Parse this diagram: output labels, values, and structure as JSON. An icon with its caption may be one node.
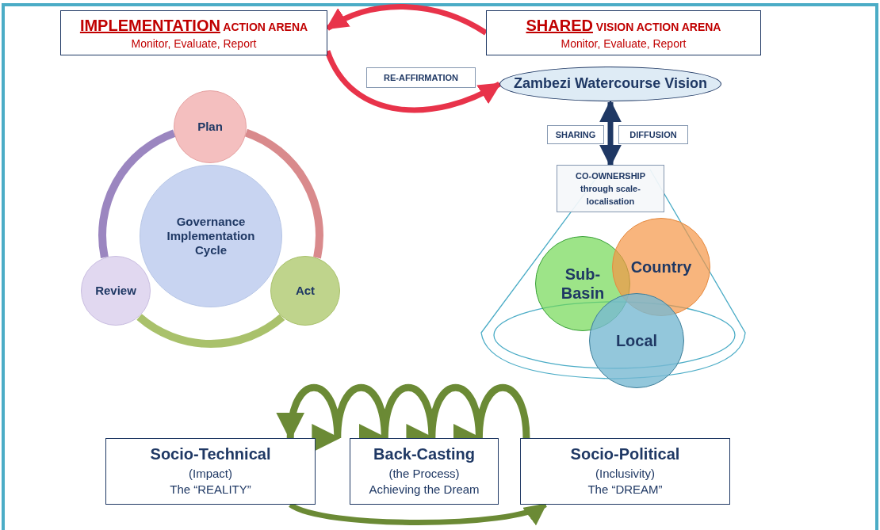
{
  "diagram": {
    "nodes": [
      {
        "text": [
          "IMPLEMENTATION ACTION ARENA",
          "Monitor, Evaluate, Report"
        ]
      },
      {
        "text": [
          "SHARED VISION ACTION ARENA",
          "Monitor, Evaluate, Report"
        ]
      },
      {
        "text": [
          "RE-AFFIRMATION"
        ]
      },
      {
        "text": [
          "Zambezi Watercourse Vision"
        ]
      },
      {
        "text": [
          "Plan"
        ]
      },
      {
        "text": [
          "SHARING"
        ]
      },
      {
        "text": [
          "DIFFUSION"
        ]
      },
      {
        "text": [
          "CO-OWNERSHIP through scale-localisation"
        ]
      },
      {
        "text": [
          "Governance Implementation Cycle"
        ]
      },
      {
        "text": [
          "Sub-Basin"
        ]
      },
      {
        "text": [
          "Country"
        ]
      },
      {
        "text": [
          "Review"
        ]
      },
      {
        "text": [
          "Act"
        ]
      },
      {
        "text": [
          "Local"
        ]
      },
      {
        "text": [
          "Socio-Technical",
          "(Impact)",
          "The “REALITY”"
        ]
      },
      {
        "text": [
          "Back-Casting",
          "(the Process)",
          "Achieving the Dream"
        ]
      },
      {
        "text": [
          "Socio-Political",
          "(Inclusivity)",
          "The “DREAM”"
        ]
      }
    ],
    "edges": [
      {
        "from": 1,
        "to": 0,
        "arrow": "to",
        "color": "#e8334a"
      },
      {
        "from": 0,
        "to": 3,
        "arrow": "to",
        "color": "#e8334a"
      },
      {
        "from": 3,
        "to": 7,
        "arrow": "both",
        "color": "#1f3864"
      },
      {
        "from": 4,
        "to": 12,
        "arrow": "none",
        "color": "#d98a8c"
      },
      {
        "from": 12,
        "to": 11,
        "arrow": "none",
        "color": "#a9c16b"
      },
      {
        "from": 11,
        "to": 4,
        "arrow": "none",
        "color": "#9b86c0"
      },
      {
        "from": 16,
        "to": 14,
        "arrow": "to",
        "color": "#6b8a35"
      },
      {
        "from": 14,
        "to": 16,
        "arrow": "to",
        "color": "#6b8a35"
      }
    ]
  }
}
